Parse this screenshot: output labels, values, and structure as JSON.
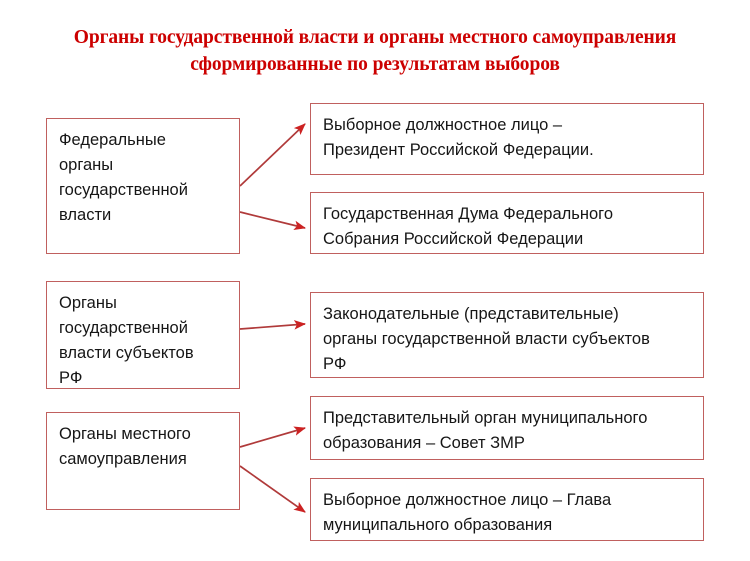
{
  "title": {
    "line1": "Органы государственной власти и органы местного самоуправления",
    "line2": "сформированные по результатам выборов",
    "color": "#CC0000"
  },
  "theme": {
    "box_border_color": "#C0605E",
    "arrow_color": "#CC2222",
    "text_color": "#161616",
    "background": "#FFFFFF"
  },
  "left_boxes": [
    {
      "id": "federal-bodies",
      "lines": [
        "Федеральные",
        "органы",
        "государственной",
        "власти"
      ]
    },
    {
      "id": "regional-bodies",
      "lines": [
        "Органы",
        "государственной",
        "власти субъектов",
        "РФ"
      ]
    },
    {
      "id": "local-self-government",
      "lines": [
        "Органы местного",
        "самоуправления"
      ]
    }
  ],
  "right_boxes": [
    {
      "id": "president",
      "lines": [
        "Выборное должностное лицо –",
        "Президент Российской Федерации."
      ]
    },
    {
      "id": "state-duma",
      "lines": [
        "Государственная Дума Федерального",
        "Собрания Российской Федерации"
      ]
    },
    {
      "id": "regional-legislature",
      "lines": [
        "Законодательные (представительные)",
        "органы государственной власти субъектов",
        "РФ"
      ]
    },
    {
      "id": "municipal-council",
      "lines": [
        "Представительный орган муниципального",
        "образования – Совет ЗМР"
      ]
    },
    {
      "id": "municipality-head",
      "lines": [
        "Выборное должностное лицо – Глава",
        "муниципального образования"
      ]
    }
  ],
  "connections": [
    {
      "id": "federal-to-president",
      "from": "federal-bodies",
      "to": "president"
    },
    {
      "id": "federal-to-state-duma",
      "from": "federal-bodies",
      "to": "state-duma"
    },
    {
      "id": "regional-to-legislature",
      "from": "regional-bodies",
      "to": "regional-legislature"
    },
    {
      "id": "local-to-municipal-council",
      "from": "local-self-government",
      "to": "municipal-council"
    },
    {
      "id": "local-to-municipality-head",
      "from": "local-self-government",
      "to": "municipality-head"
    }
  ]
}
